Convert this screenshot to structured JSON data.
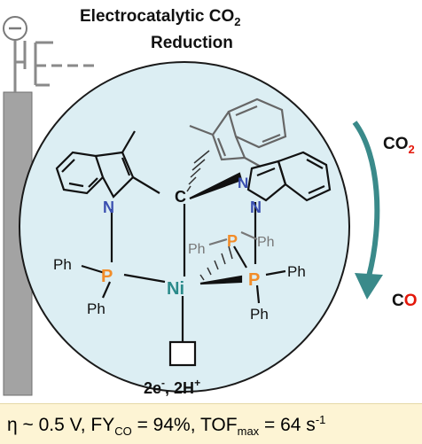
{
  "title": {
    "line1": "Electrocatalytic CO",
    "line1_sub": "2",
    "line2": "Reduction"
  },
  "electrode": {
    "sign": "⊖"
  },
  "reaction": {
    "reactant": "CO",
    "reactant_sub": "2",
    "product": "CO"
  },
  "electrons_protons": {
    "e_label": "2e",
    "e_sup": "-",
    "h_label": "2H",
    "h_sup": "+"
  },
  "molecule": {
    "center_metal": "Ni",
    "apex_carbon": "C",
    "phosphorus": "P",
    "nitrogen": "N",
    "phenyl": "Ph"
  },
  "footer": {
    "eta": "η ~ 0.5 V, FY",
    "fy_sub": "CO",
    "fy_val": " = 94%, TOF",
    "tof_sub": "max",
    "tof_val": " = 64 s",
    "tof_sup": "-1"
  },
  "colors": {
    "sphere": "#d9edf2",
    "sphere_stroke": "#1a1a1a",
    "electrode": "#9a9a9a",
    "arrow": "#3a8a8a",
    "phosphorus": "#f28c28",
    "nitrogen": "#3a4fb0",
    "nickel": "#2a8a8a",
    "red": "#e3170a",
    "footer_bg": "#fdf4d4"
  }
}
